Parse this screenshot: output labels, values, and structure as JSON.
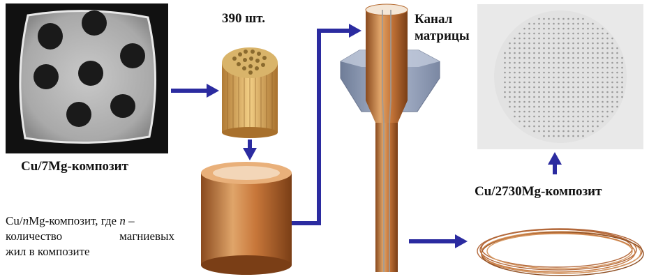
{
  "labels": {
    "count": "390 шт.",
    "channel": "Канал матрицы",
    "composite_7": "Cu/7Mg-композит",
    "composite_2730": "Cu/2730Mg-композит"
  },
  "caption": {
    "line1_prefix": "Cu/",
    "line1_n": "n",
    "line1_mid": "Mg-композит, где ",
    "line1_n2": "n",
    "line1_suffix": " –",
    "line2": "количество магниевых",
    "line3": "жил в композите"
  },
  "colors": {
    "arrow": "#2b2ba0",
    "copper": "#c8773a",
    "die": "#8e9bb5"
  }
}
